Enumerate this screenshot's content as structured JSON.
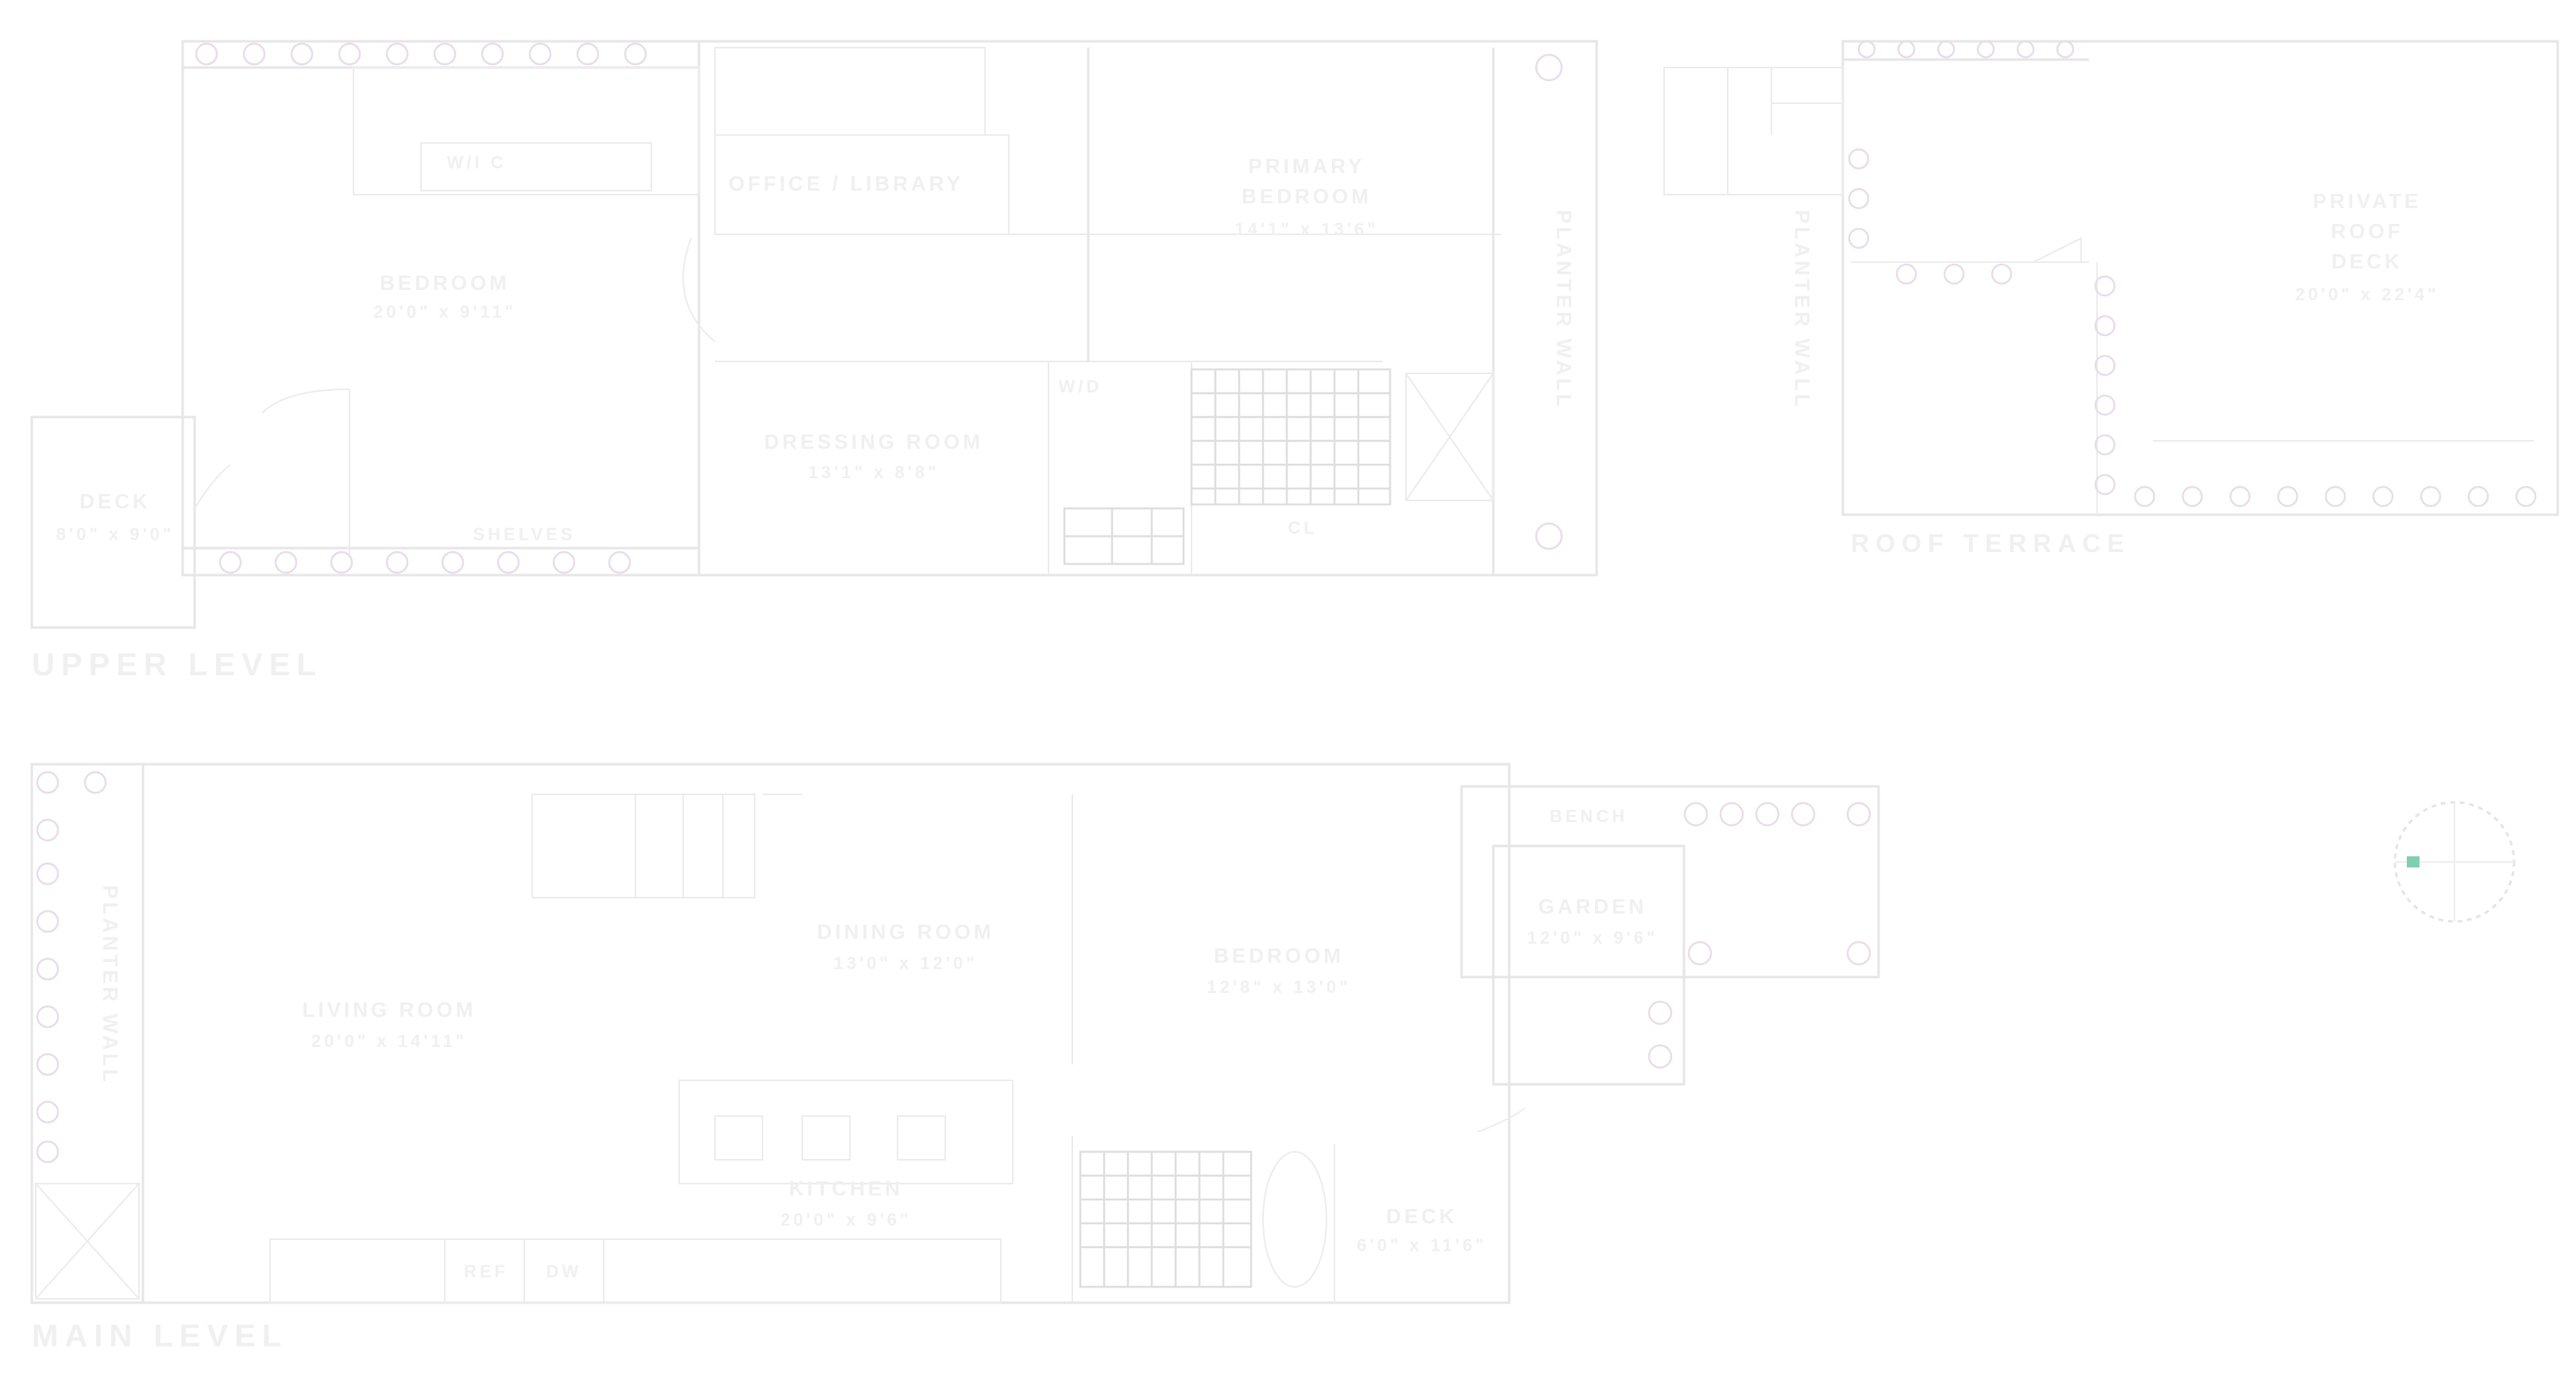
{
  "levels": {
    "upper": "UPPER LEVEL",
    "main": "MAIN LEVEL",
    "roof": "ROOF TERRACE"
  },
  "rooms": {
    "upper_bedroom": {
      "name": "BEDROOM",
      "dims": "20'0\" x 9'11\""
    },
    "office_library": {
      "name": "OFFICE / LIBRARY"
    },
    "primary_bedroom": {
      "name": "PRIMARY",
      "name2": "BEDROOM",
      "dims": "14'1\" x 13'6\""
    },
    "dressing_room": {
      "name": "DRESSING ROOM",
      "dims": "13'1\" x 8'8\""
    },
    "deck_upper": {
      "name": "DECK",
      "dims": "8'0\" x 9'0\""
    },
    "living_room": {
      "name": "LIVING ROOM",
      "dims": "20'0\" x 14'11\""
    },
    "dining_room": {
      "name": "DINING ROOM",
      "dims": "13'0\" x 12'0\""
    },
    "bedroom_main": {
      "name": "BEDROOM",
      "dims": "12'8\" x 13'0\""
    },
    "kitchen": {
      "name": "KITCHEN",
      "dims": "20'0\" x 9'6\""
    },
    "garden": {
      "name": "GARDEN",
      "dims": "12'0\" x 9'6\""
    },
    "deck_main": {
      "name": "DECK",
      "dims": "6'0\" x 11'6\""
    },
    "private_roof_deck": {
      "name": "PRIVATE",
      "name2": "ROOF",
      "name3": "DECK",
      "dims": "20'0\" x 22'4\""
    }
  },
  "fixtures": {
    "wic": "W/I C",
    "wd": "W/D",
    "cl": "CL",
    "shelves": "SHELVES",
    "ref": "REF",
    "dw": "DW",
    "bench": "BENCH",
    "planter_wall": "PLANTER WALL"
  },
  "colors": {
    "walls": "#e6e6e6",
    "planters": "#eadcea",
    "labels": "#f0f0f0",
    "compass_marker": "#7fcfb0"
  },
  "icons": [
    "compass-rose-icon",
    "staircase-icon",
    "skylight-icon"
  ]
}
